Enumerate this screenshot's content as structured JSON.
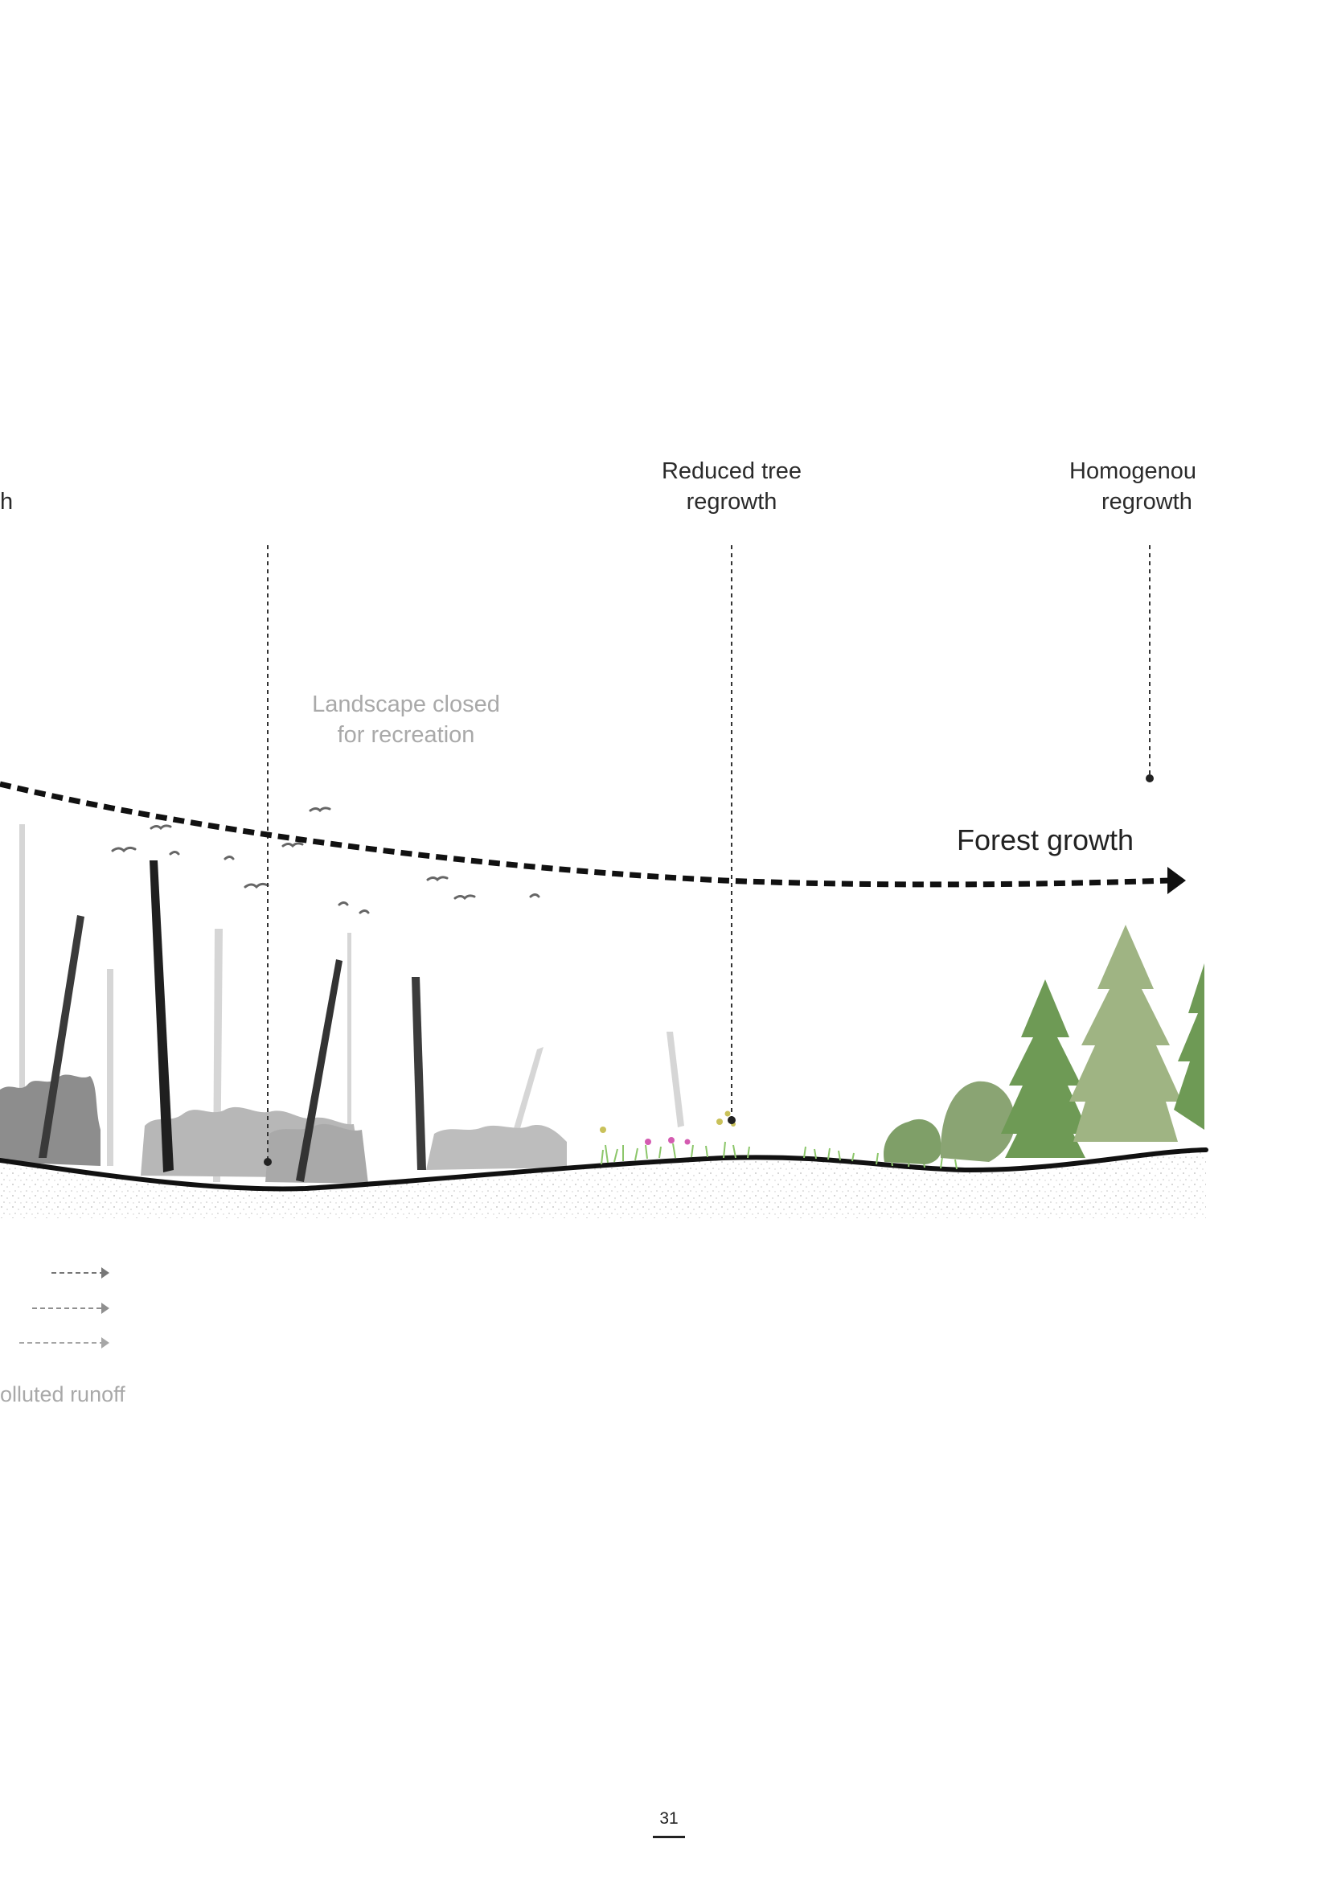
{
  "labels": {
    "cut_left": "h",
    "reduced_tree": [
      "Reduced tree",
      "regrowth"
    ],
    "homogenous": [
      "Homogenou",
      "regrowth"
    ],
    "landscape_closed": [
      "Landscape closed",
      "for recreation"
    ],
    "forest_growth": "Forest growth"
  },
  "legend": {
    "polluted_runoff": "olluted runoff"
  },
  "page_number": "31",
  "colors": {
    "ink": "#111111",
    "dead_tree_dark": "#2e2e2e",
    "dead_tree_mid": "#6f6f6f",
    "dead_tree_light": "#d5d5d5",
    "shrub_grey": "#9c9c9c",
    "forest_green": "#6e9a55",
    "forest_green_light": "#9fb483",
    "grass_green": "#8cc66a",
    "flower_pink": "#d45bb1",
    "soil": "#f1f1f1"
  },
  "icons": [
    "bird-icon",
    "arrow-right-icon",
    "conifer-tree-icon",
    "deciduous-tree-icon"
  ]
}
